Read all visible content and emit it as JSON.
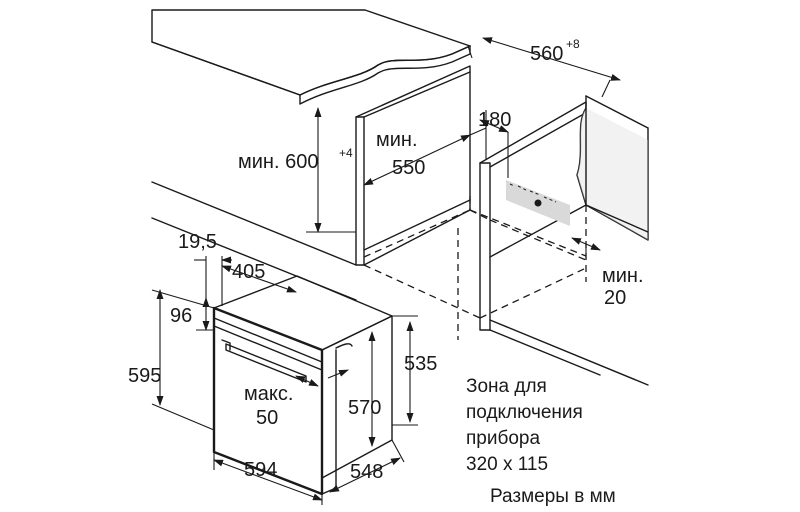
{
  "labels": {
    "d560": "560",
    "d560_sup": "+8",
    "d180": "180",
    "min550_a": "мин.",
    "min550_b": "550",
    "min600_a": "мин. 600",
    "min600_sup": "+4",
    "min20_a": "мин.",
    "min20_b": "20",
    "d19_5": "19,5",
    "d405": "405",
    "d96": "96",
    "d595": "595",
    "d535": "535",
    "max50_a": "макс.",
    "max50_b": "50",
    "d570": "570",
    "d594": "594",
    "d548": "548"
  },
  "zone_note": {
    "line1": "Зона для",
    "line2": "подключения",
    "line3": "прибора",
    "line4": "320 x 115"
  },
  "units_note": "Размеры в мм"
}
